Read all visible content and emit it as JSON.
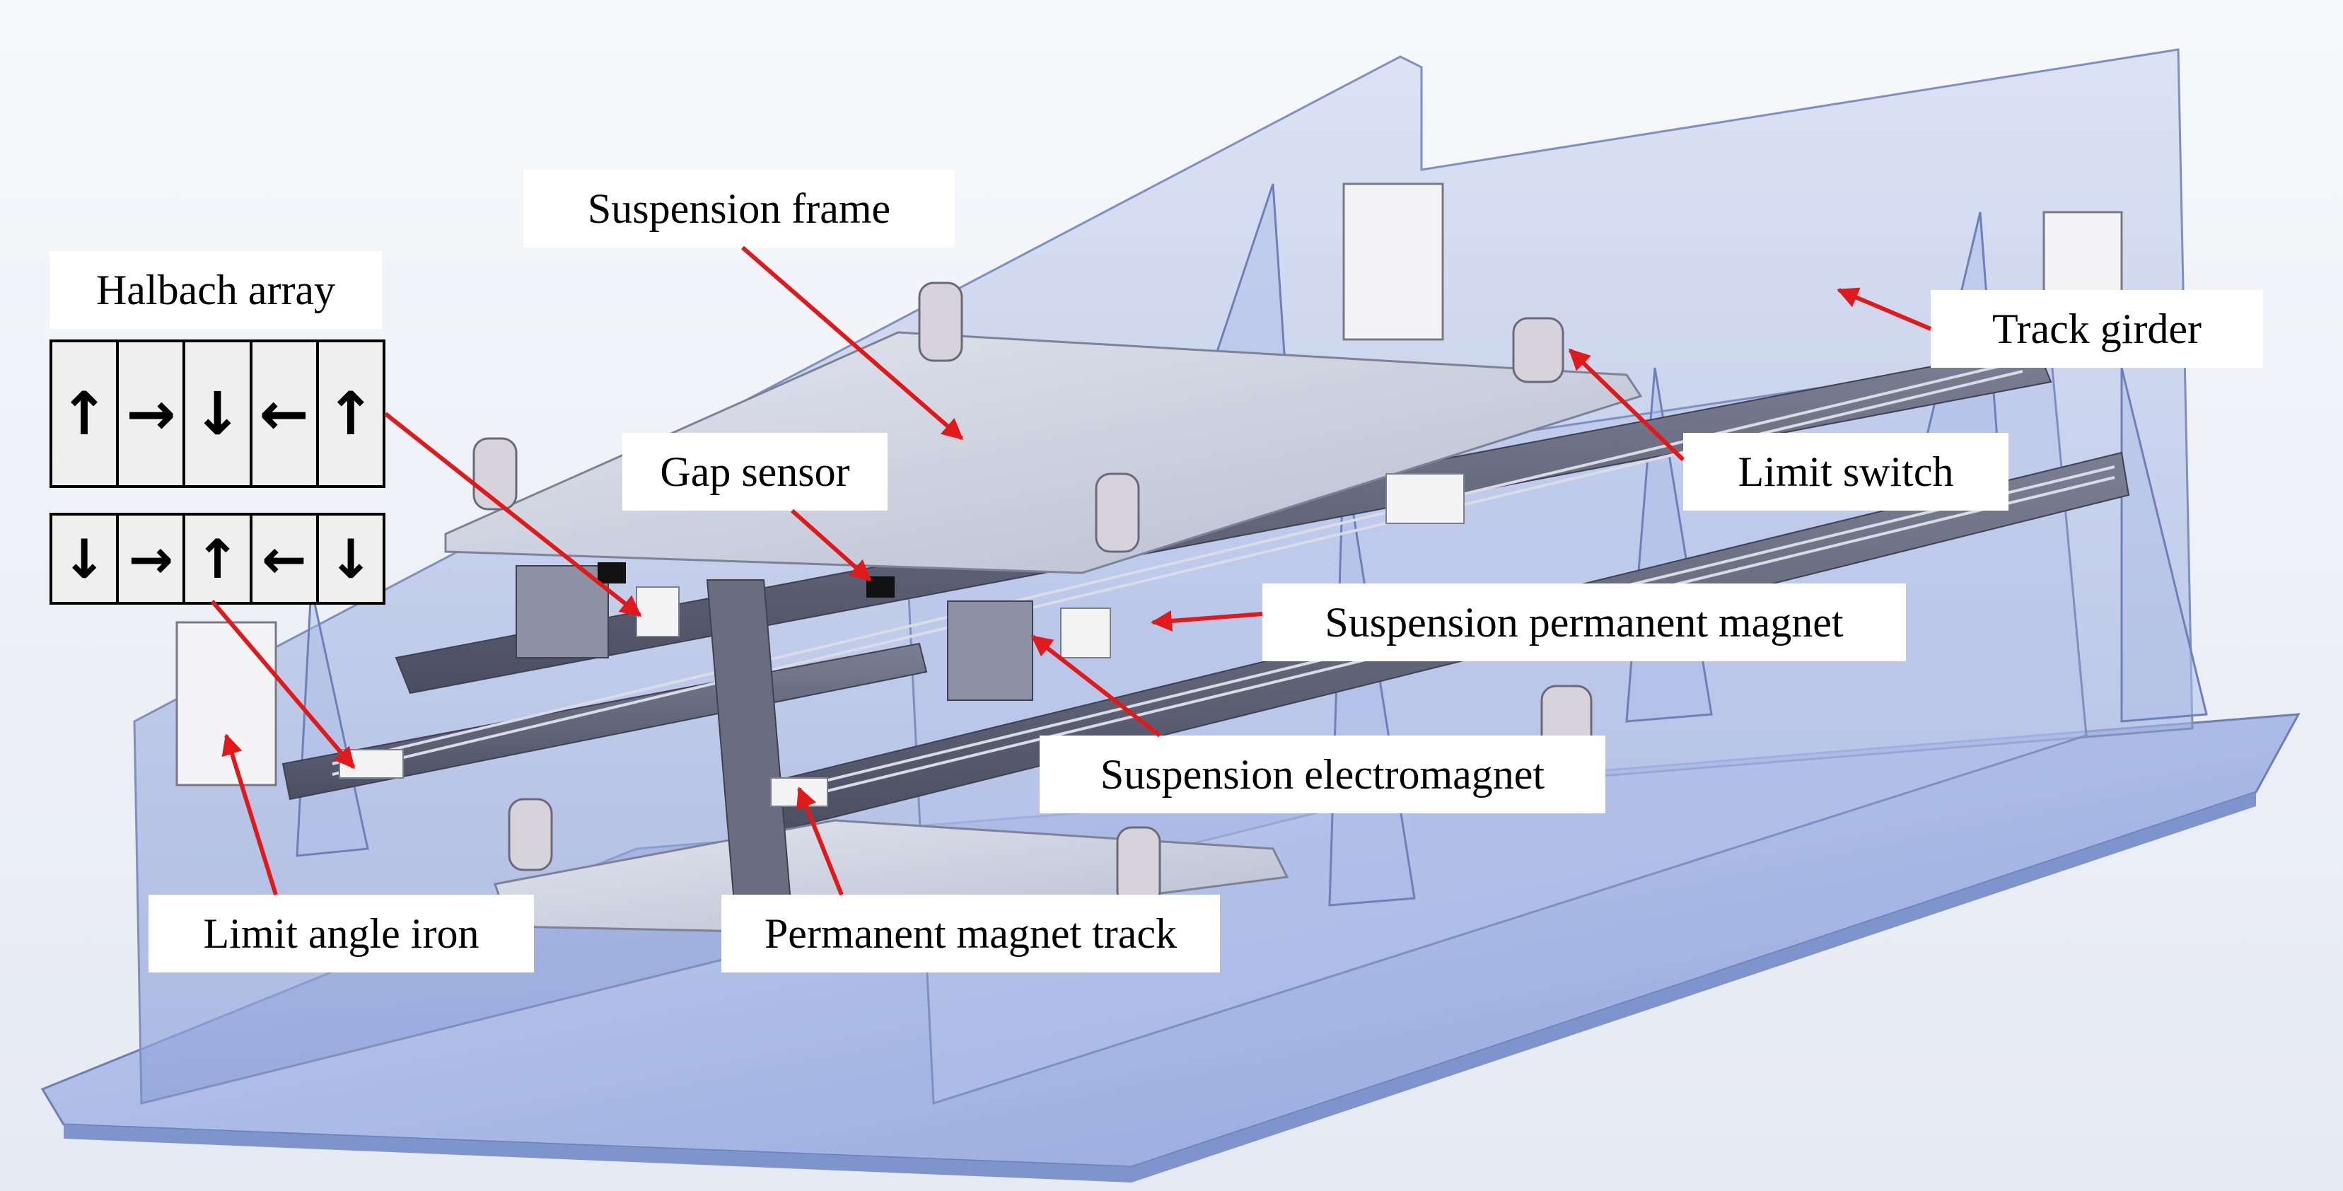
{
  "labels": {
    "suspension_frame": "Suspension frame",
    "halbach_array": "Halbach array",
    "track_girder": "Track girder",
    "gap_sensor": "Gap sensor",
    "limit_switch": "Limit switch",
    "suspension_permanent_magnet": "Suspension permanent magnet",
    "suspension_electromagnet": "Suspension electromagnet",
    "limit_angle_iron": "Limit angle iron",
    "permanent_magnet_track": "Permanent magnet track"
  },
  "halbach": {
    "row1": [
      "↑",
      "→",
      "↓",
      "←",
      "↑"
    ],
    "row2": [
      "↓",
      "→",
      "↑",
      "←",
      "↓"
    ]
  },
  "colors": {
    "arrow": "#e0191b",
    "label_bg": "#ffffff",
    "glass": "#aebee6",
    "plate": "#c9cfe0",
    "rail": "#5c5f72",
    "magnet": "#f2f2f2"
  }
}
